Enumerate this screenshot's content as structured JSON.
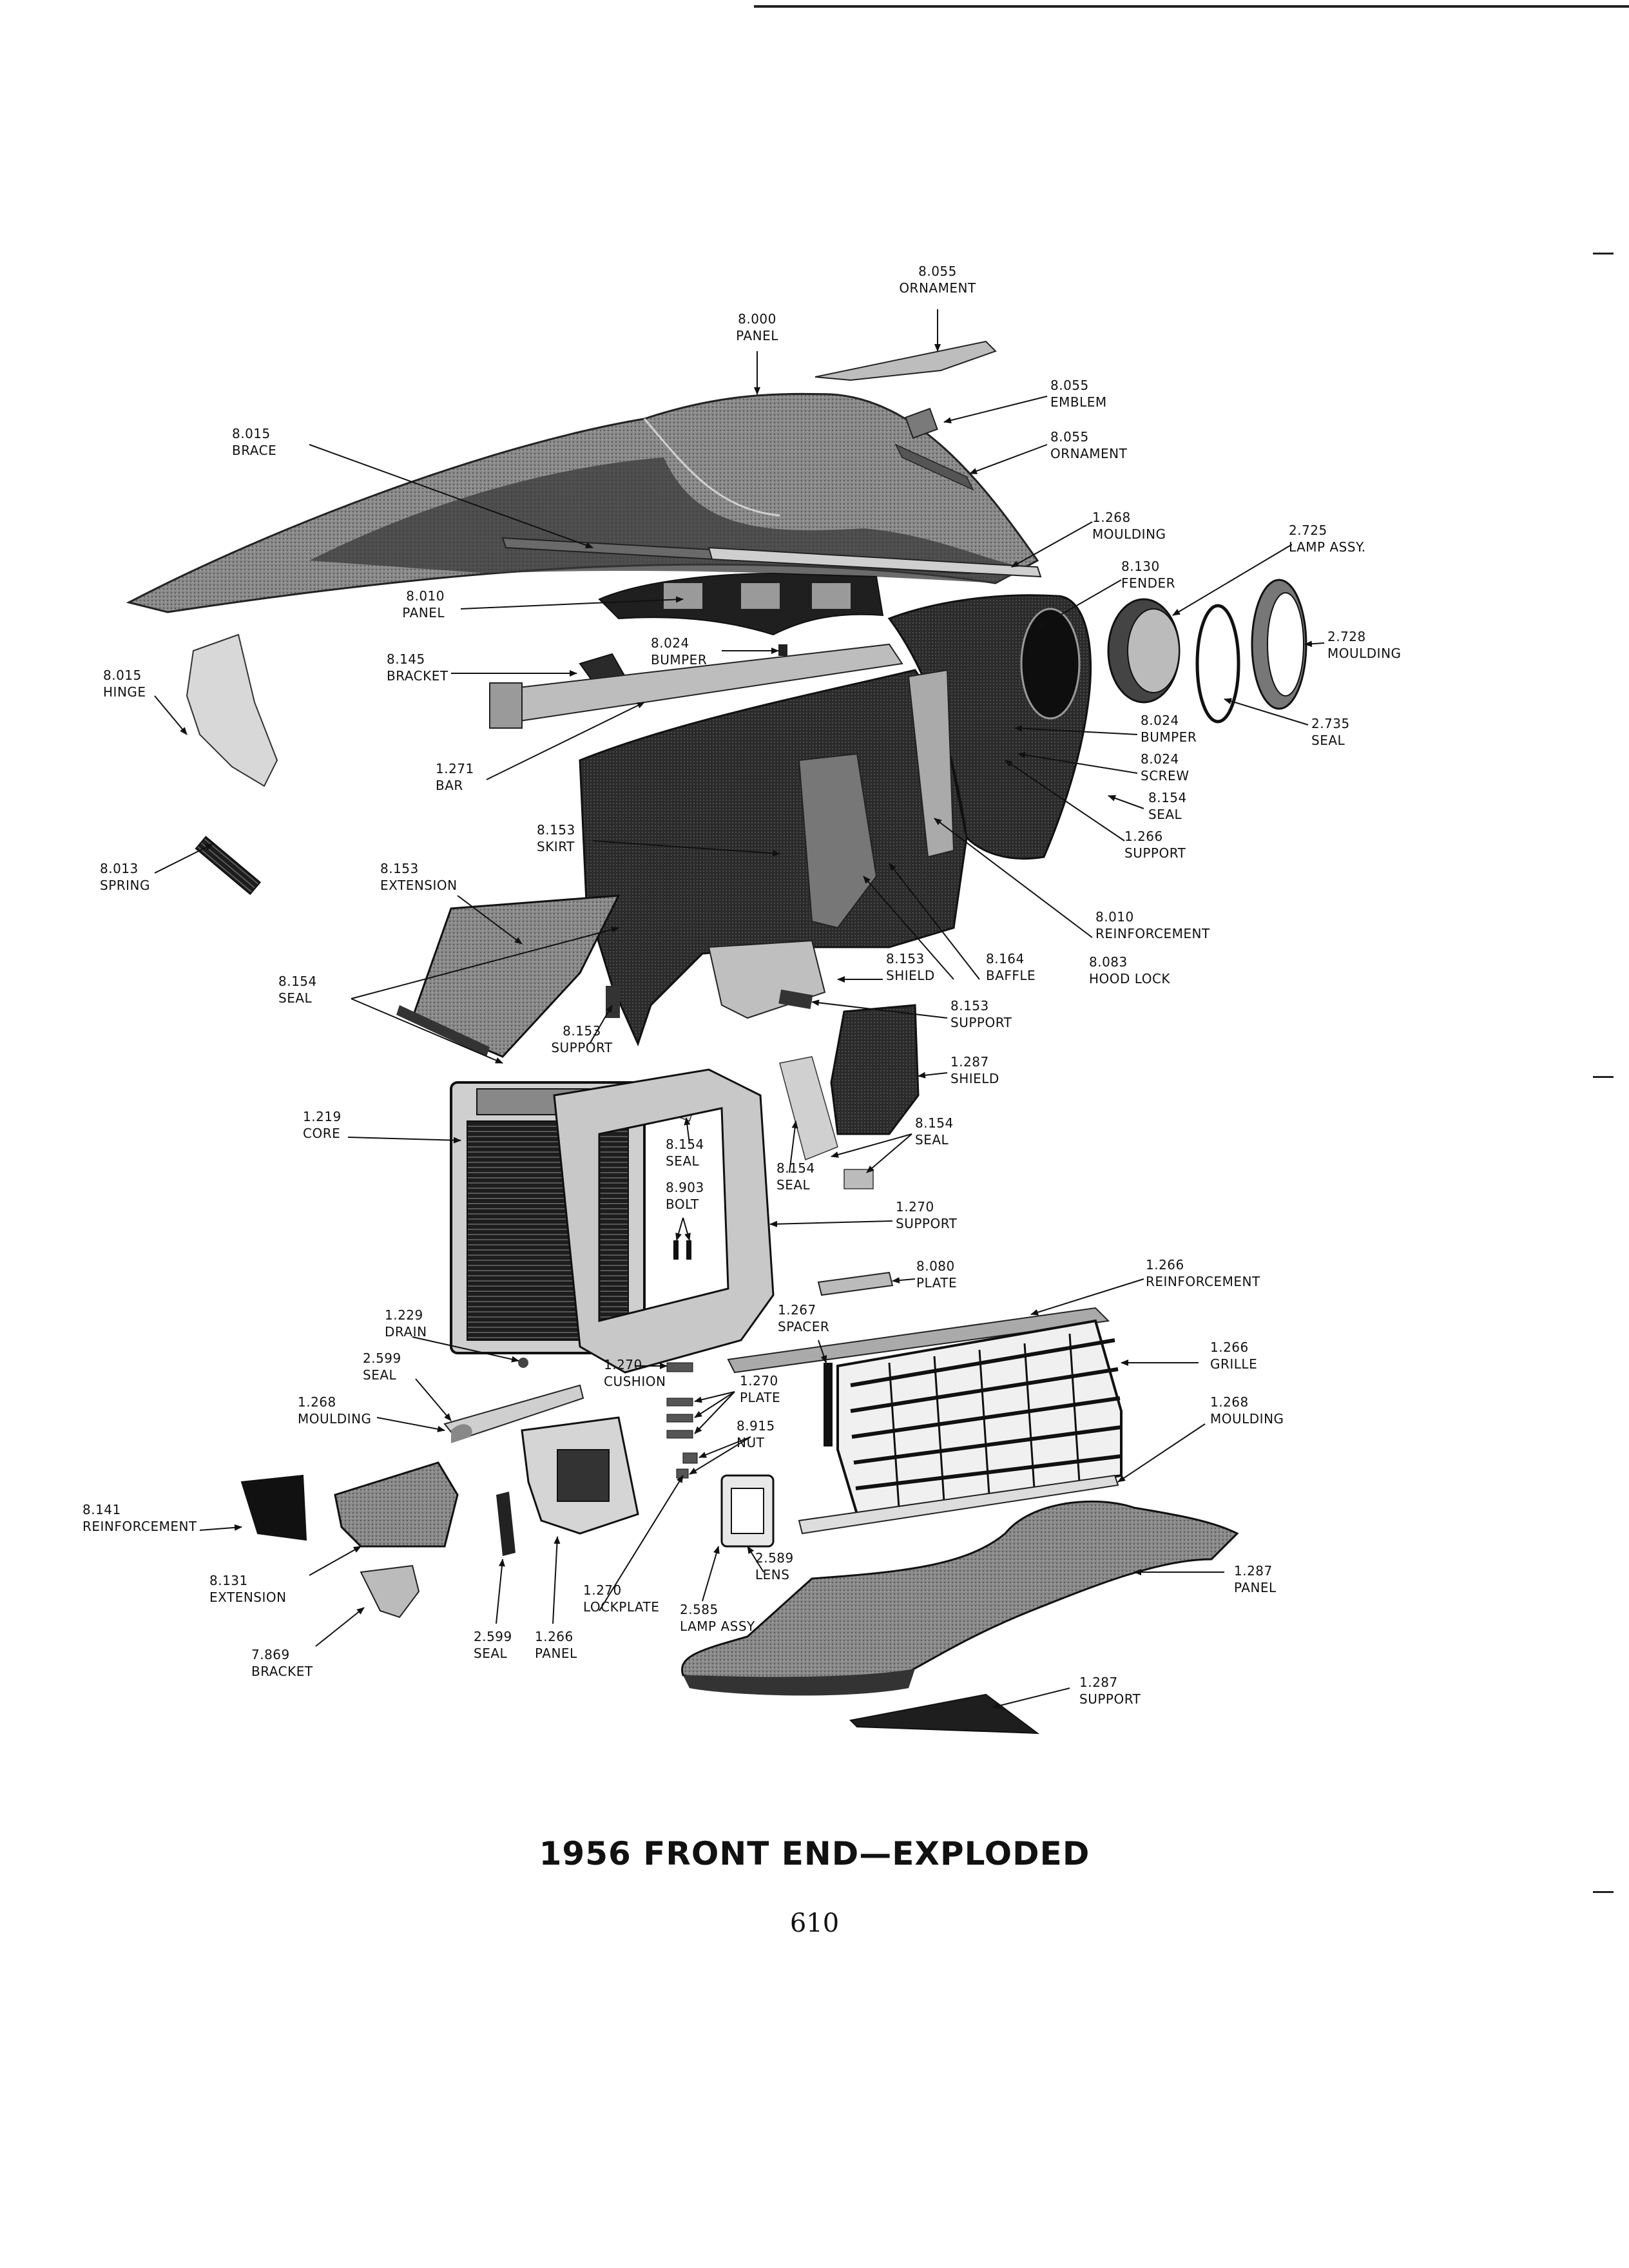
{
  "title": "1956 FRONT END—EXPLODED",
  "page_number": "610",
  "callouts": {
    "panel_8000": {
      "number": "8.000",
      "name": "PANEL"
    },
    "ornament_8055_top": {
      "number": "8.055",
      "name": "ORNAMENT"
    },
    "emblem_8055": {
      "number": "8.055",
      "name": "EMBLEM"
    },
    "ornament_8055_side": {
      "number": "8.055",
      "name": "ORNAMENT"
    },
    "brace_8015": {
      "number": "8.015",
      "name": "BRACE"
    },
    "moulding_1268_upper": {
      "number": "1.268",
      "name": "MOULDING"
    },
    "lamp_assy_2725": {
      "number": "2.725",
      "name": "LAMP ASSY."
    },
    "fender_8130": {
      "number": "8.130",
      "name": "FENDER"
    },
    "panel_8010": {
      "number": "8.010",
      "name": "PANEL"
    },
    "bumper_8024_inner": {
      "number": "8.024",
      "name": "BUMPER"
    },
    "moulding_2728": {
      "number": "2.728",
      "name": "MOULDING"
    },
    "bracket_8145": {
      "number": "8.145",
      "name": "BRACKET"
    },
    "hinge_8015": {
      "number": "8.015",
      "name": "HINGE"
    },
    "seal_2735": {
      "number": "2.735",
      "name": "SEAL"
    },
    "bumper_8024_outer": {
      "number": "8.024",
      "name": "BUMPER"
    },
    "screw_8024": {
      "number": "8.024",
      "name": "SCREW"
    },
    "bar_1271": {
      "number": "1.271",
      "name": "BAR"
    },
    "seal_8154_upper": {
      "number": "8.154",
      "name": "SEAL"
    },
    "support_1266_upper": {
      "number": "1.266",
      "name": "SUPPORT"
    },
    "skirt_8153": {
      "number": "8.153",
      "name": "SKIRT"
    },
    "spring_8013": {
      "number": "8.013",
      "name": "SPRING"
    },
    "extension_8153": {
      "number": "8.153",
      "name": "EXTENSION"
    },
    "reinforcement_8010": {
      "number": "8.010",
      "name": "REINFORCEMENT"
    },
    "shield_8153": {
      "number": "8.153",
      "name": "SHIELD"
    },
    "baffle_8164": {
      "number": "8.164",
      "name": "BAFFLE"
    },
    "hood_lock_8083": {
      "number": "8.083",
      "name": "HOOD LOCK"
    },
    "seal_8154_left": {
      "number": "8.154",
      "name": "SEAL"
    },
    "support_8153_right": {
      "number": "8.153",
      "name": "SUPPORT"
    },
    "support_8153_left": {
      "number": "8.153",
      "name": "SUPPORT"
    },
    "shield_1287": {
      "number": "1.287",
      "name": "SHIELD"
    },
    "core_1219": {
      "number": "1.219",
      "name": "CORE"
    },
    "seal_8154_mid": {
      "number": "8.154",
      "name": "SEAL"
    },
    "seal_8154_right": {
      "number": "8.154",
      "name": "SEAL"
    },
    "seal_8154_center": {
      "number": "8.154",
      "name": "SEAL"
    },
    "bolt_8903": {
      "number": "8.903",
      "name": "BOLT"
    },
    "support_1270": {
      "number": "1.270",
      "name": "SUPPORT"
    },
    "plate_8080": {
      "number": "8.080",
      "name": "PLATE"
    },
    "reinforcement_1266": {
      "number": "1.266",
      "name": "REINFORCEMENT"
    },
    "spacer_1267": {
      "number": "1.267",
      "name": "SPACER"
    },
    "drain_1229": {
      "number": "1.229",
      "name": "DRAIN"
    },
    "grille_1266": {
      "number": "1.266",
      "name": "GRILLE"
    },
    "seal_2599_upper": {
      "number": "2.599",
      "name": "SEAL"
    },
    "cushion_1270": {
      "number": "1.270",
      "name": "CUSHION"
    },
    "plate_1270": {
      "number": "1.270",
      "name": "PLATE"
    },
    "moulding_1268_left": {
      "number": "1.268",
      "name": "MOULDING"
    },
    "moulding_1268_right": {
      "number": "1.268",
      "name": "MOULDING"
    },
    "nut_8915": {
      "number": "8.915",
      "name": "NUT"
    },
    "reinforcement_8141": {
      "number": "8.141",
      "name": "REINFORCEMENT"
    },
    "lens_2589": {
      "number": "2.589",
      "name": "LENS"
    },
    "panel_1287": {
      "number": "1.287",
      "name": "PANEL"
    },
    "extension_8131": {
      "number": "8.131",
      "name": "EXTENSION"
    },
    "lockplate_1270": {
      "number": "1.270",
      "name": "LOCKPLATE"
    },
    "lamp_assy_2585": {
      "number": "2.585",
      "name": "LAMP ASSY."
    },
    "bracket_7869": {
      "number": "7.869",
      "name": "BRACKET"
    },
    "seal_2599_lower": {
      "number": "2.599",
      "name": "SEAL"
    },
    "panel_1266": {
      "number": "1.266",
      "name": "PANEL"
    },
    "support_1287": {
      "number": "1.287",
      "name": "SUPPORT"
    }
  }
}
